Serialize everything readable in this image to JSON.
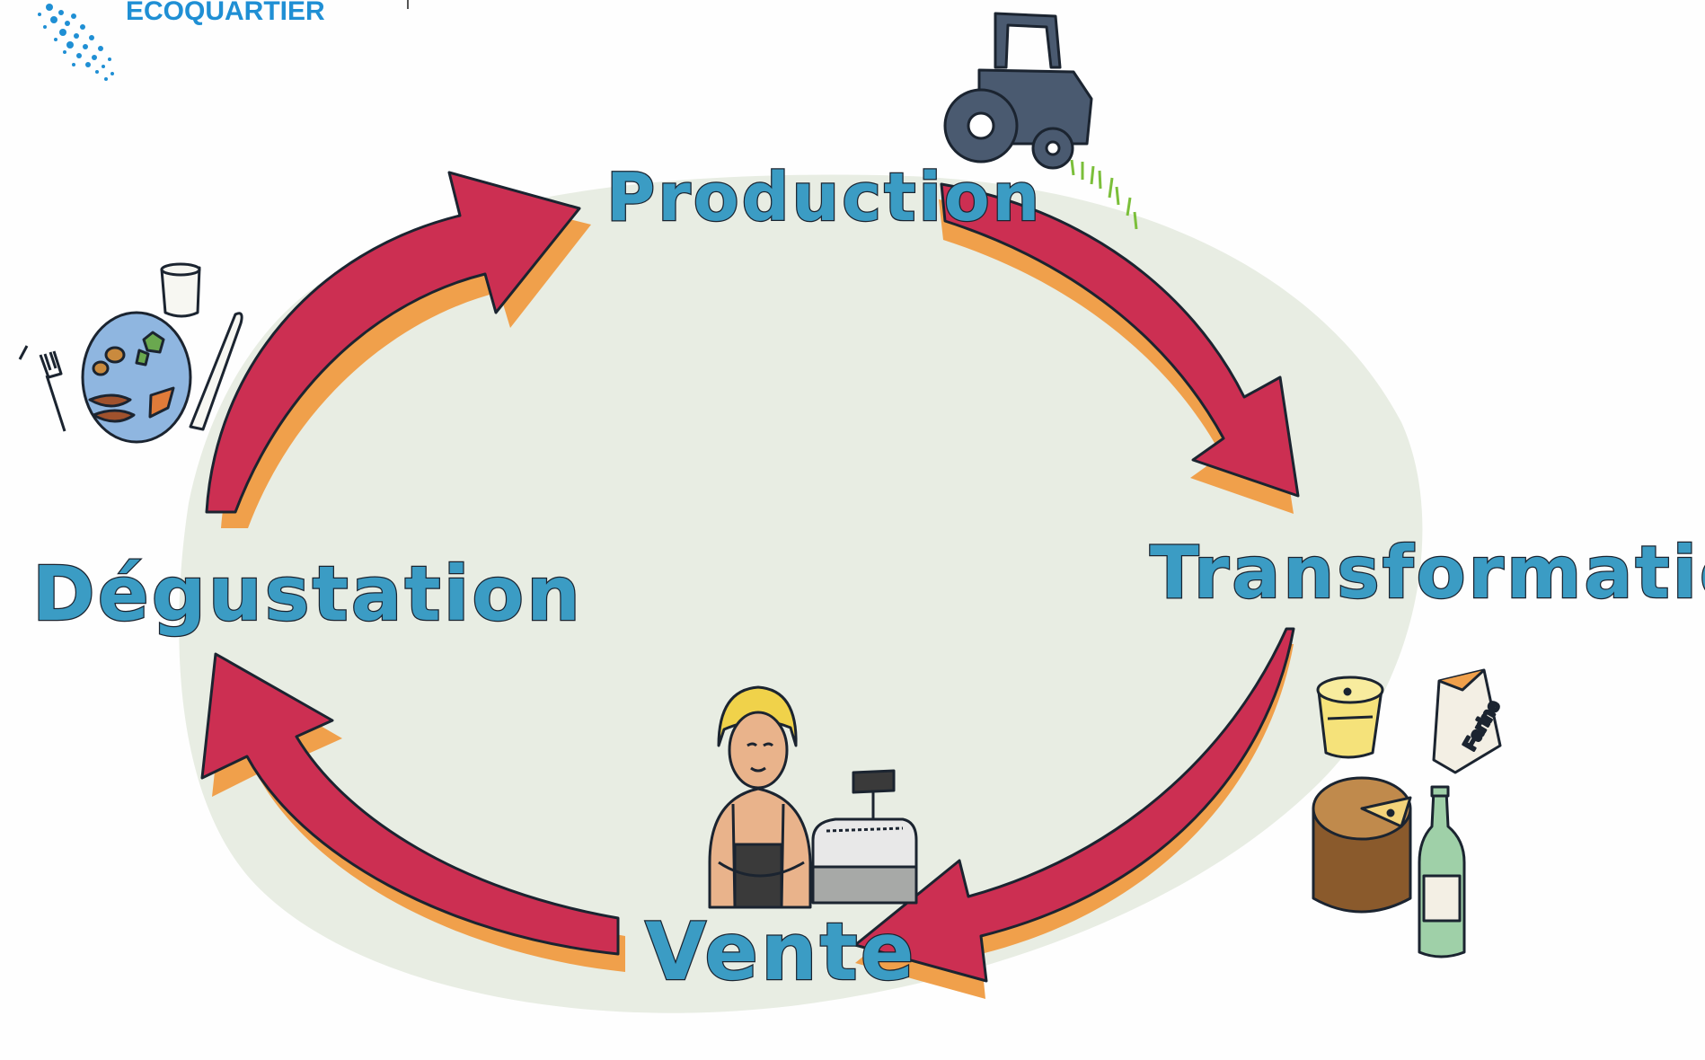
{
  "logo": {
    "text": "ECOQUARTIER",
    "color": "#1f8fd4"
  },
  "diagram": {
    "type": "cycle",
    "stages": [
      {
        "id": "production",
        "label": "Production",
        "icon": "tractor-icon"
      },
      {
        "id": "transformation",
        "label": "Transformation",
        "icon": "processed-products-icon"
      },
      {
        "id": "vente",
        "label": "Vente",
        "icon": "seller-and-cash-register-icon"
      },
      {
        "id": "degustation",
        "label": "Dégustation",
        "icon": "plate-and-cutlery-icon"
      }
    ],
    "arrows": [
      {
        "from": "production",
        "to": "transformation"
      },
      {
        "from": "transformation",
        "to": "vente"
      },
      {
        "from": "vente",
        "to": "degustation"
      },
      {
        "from": "degustation",
        "to": "production"
      }
    ],
    "product_labels": {
      "flour_bag": "Farine"
    },
    "colors": {
      "background_blob": "#e8ede3",
      "arrow": "#cc2f52",
      "arrow_shadow": "#f0a04b",
      "label_fill": "#3b9cc4",
      "label_outline": "#1b2430"
    }
  }
}
